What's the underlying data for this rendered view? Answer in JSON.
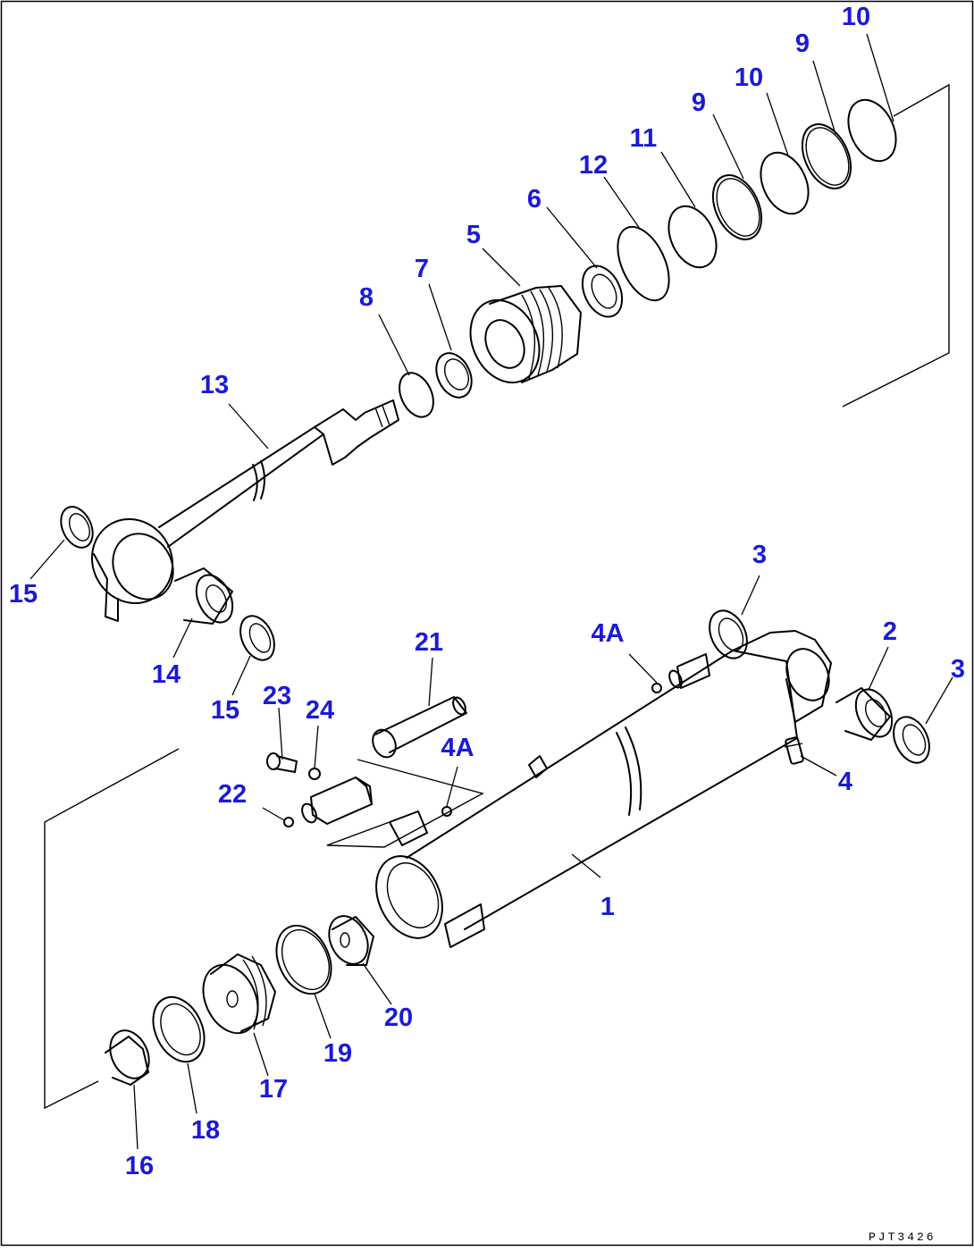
{
  "drawing_code": "PJT3426",
  "callouts": [
    "1",
    "2",
    "3",
    "3",
    "4",
    "4A",
    "4A",
    "5",
    "6",
    "7",
    "8",
    "9",
    "9",
    "10",
    "10",
    "11",
    "12",
    "13",
    "14",
    "15",
    "15",
    "16",
    "17",
    "18",
    "19",
    "20",
    "21",
    "22",
    "23",
    "24"
  ]
}
